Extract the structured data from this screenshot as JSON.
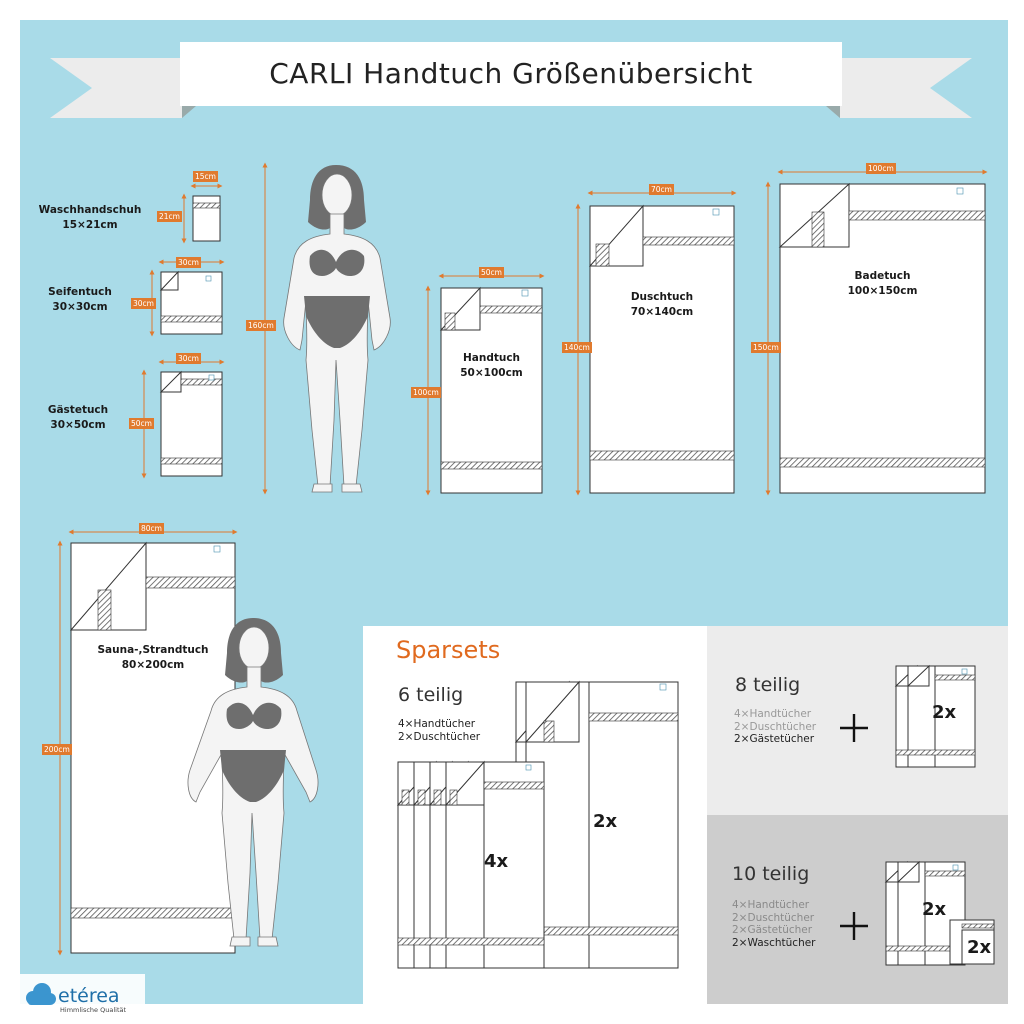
{
  "header": {
    "title": "CARLI Handtuch Größenübersicht"
  },
  "towels": [
    {
      "name": "Waschhandschuh",
      "size": "15×21cm",
      "w_label": "15cm",
      "h_label": "21cm"
    },
    {
      "name": "Seifentuch",
      "size": "30×30cm",
      "w_label": "30cm",
      "h_label": "30cm"
    },
    {
      "name": "Gästetuch",
      "size": "30×50cm",
      "w_label": "30cm",
      "h_label": "50cm"
    },
    {
      "name": "Handtuch",
      "size": "50×100cm",
      "w_label": "50cm",
      "h_label": "100cm"
    },
    {
      "name": "Duschtuch",
      "size": "70×140cm",
      "w_label": "70cm",
      "h_label": "140cm"
    },
    {
      "name": "Badetuch",
      "size": "100×150cm",
      "w_label": "100cm",
      "h_label": "150cm"
    },
    {
      "name": "Sauna-,Strandtuch",
      "size": "80×200cm",
      "w_label": "80cm",
      "h_label": "200cm"
    }
  ],
  "person": {
    "height_label": "160cm"
  },
  "sparsets": {
    "title": "Sparsets",
    "sets": [
      {
        "title": "6 teilig",
        "items": [
          "4×Handtücher",
          "2×Duschtücher"
        ],
        "highlight": [
          0,
          1
        ],
        "quantities": [
          "4x",
          "2x"
        ]
      },
      {
        "title": "8 teilig",
        "items": [
          "4×Handtücher",
          "2×Duschtücher",
          "2×Gästetücher"
        ],
        "highlight": [
          2
        ],
        "quantities": [
          "2x"
        ]
      },
      {
        "title": "10 teilig",
        "items": [
          "4×Handtücher",
          "2×Duschtücher",
          "2×Gästetücher",
          "2×Waschtücher"
        ],
        "highlight": [
          3
        ],
        "quantities": [
          "2x",
          "2x"
        ]
      }
    ]
  },
  "brand": {
    "name": "etérea",
    "tagline": "Himmlische Qualität"
  },
  "colors": {
    "background": "#a9dbe8",
    "accent": "#e07a2e",
    "panel_white": "#ffffff",
    "panel_light": "#ececec",
    "panel_grey": "#cdcdcd",
    "silhouette": "#6e6e6e"
  }
}
